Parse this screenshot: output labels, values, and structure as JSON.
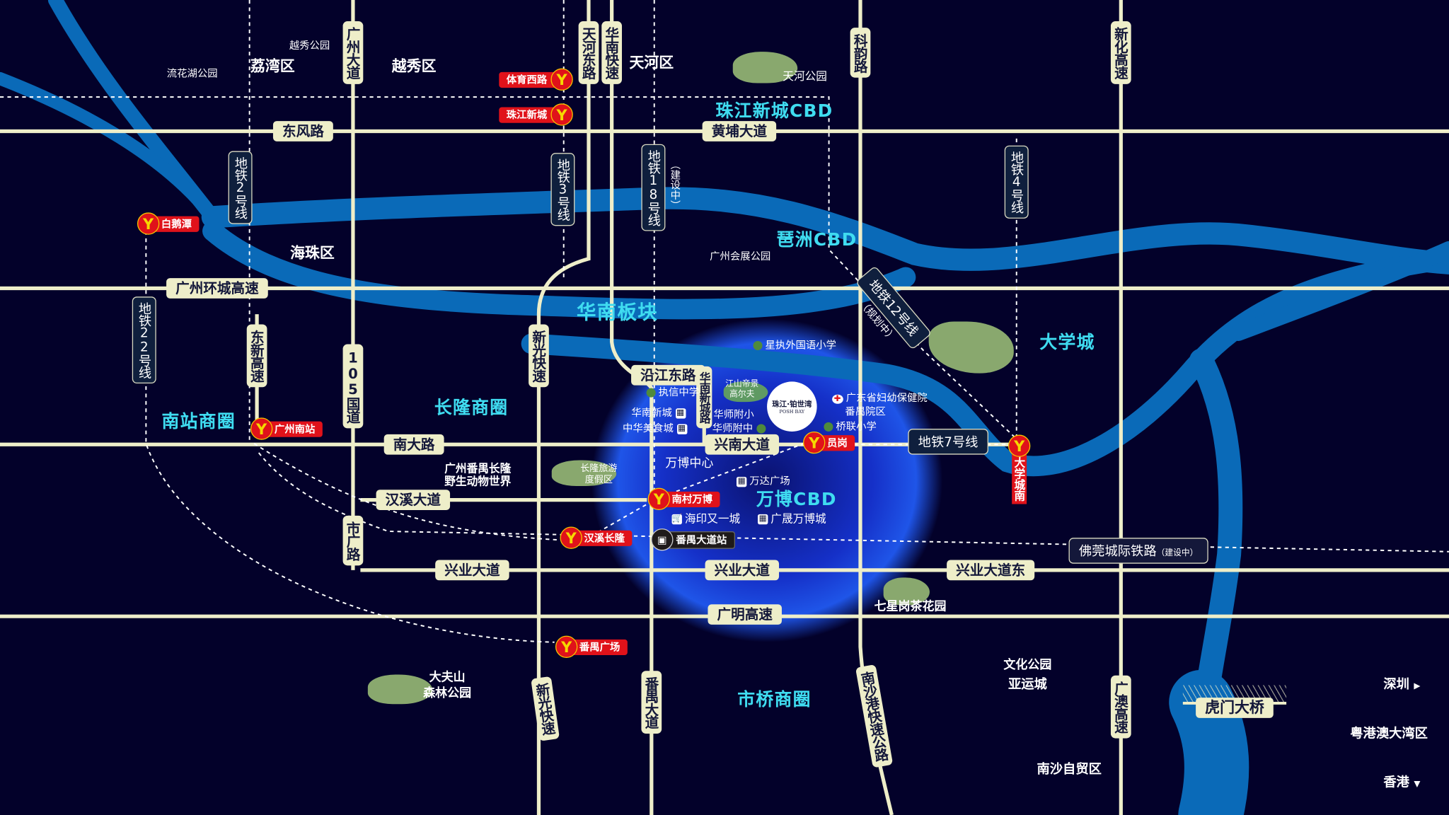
{
  "roads_h": [
    "东风路",
    "黄埔大道",
    "广州环城高速",
    "南大路",
    "兴南大道",
    "汉溪大道",
    "兴业大道",
    "兴业大道",
    "兴业大道东",
    "广明高速",
    "沿江东路"
  ],
  "roads_v": [
    "广州大道",
    "天河东路",
    "华南快速",
    "科韵路",
    "新化高速",
    "新光快速",
    "东新高速",
    "105国道",
    "市广路",
    "新光快速",
    "番禺大道",
    "南沙港快速公路",
    "广澳高速",
    "华南新城路"
  ],
  "metro": [
    "地铁2号线",
    "地铁3号线",
    "地铁18号线",
    "地铁4号线",
    "地铁22号线",
    "地铁12号线",
    "地铁7号线",
    "佛莞城际铁路"
  ],
  "metro_notes": [
    "（建设中）",
    "（规划中）",
    "（建设中）"
  ],
  "stations": [
    "体育西路",
    "珠江新城",
    "白鹅潭",
    "广州南站",
    "员岗",
    "大学城南",
    "南村万博",
    "汉溪长隆",
    "番禺广场"
  ],
  "bus_station": "番禺大道站",
  "districts": [
    "越秀区",
    "荔湾区",
    "天河区",
    "海珠区"
  ],
  "areas": [
    "珠江新城CBD",
    "琶洲CBD",
    "华南板块",
    "长隆商圈",
    "南站商圈",
    "大学城",
    "万博CBD",
    "市桥商圈"
  ],
  "pois": [
    "流花湖公园",
    "越秀公园",
    "天河公园",
    "广州会展公园",
    "星执外国语小学",
    "执信中学",
    "华南新城",
    "中华美食城",
    "江山帝景高尔夫",
    "华师附小",
    "华师附中",
    "广东省妇幼保健院",
    "番禺院区",
    "桥联小学",
    "万博中心",
    "万达广场",
    "海印又一城",
    "广晟万博城",
    "广州番禺长隆",
    "野生动物世界",
    "长隆旅游",
    "度假区",
    "七星岗茶花园",
    "大夫山",
    "森林公园",
    "文化公园",
    "亚运城",
    "南沙自贸区"
  ],
  "regions": [
    "深圳",
    "粤港澳大湾区",
    "香港",
    "虎门大桥"
  ],
  "project": {
    "name": "珠江·铂世湾",
    "en": "POSH BAY"
  },
  "colors": {
    "background": "#03012a",
    "river": "#0a6ab8",
    "road": "#eeeec9",
    "station": "#e0121a",
    "area": "#3fdcf0"
  }
}
